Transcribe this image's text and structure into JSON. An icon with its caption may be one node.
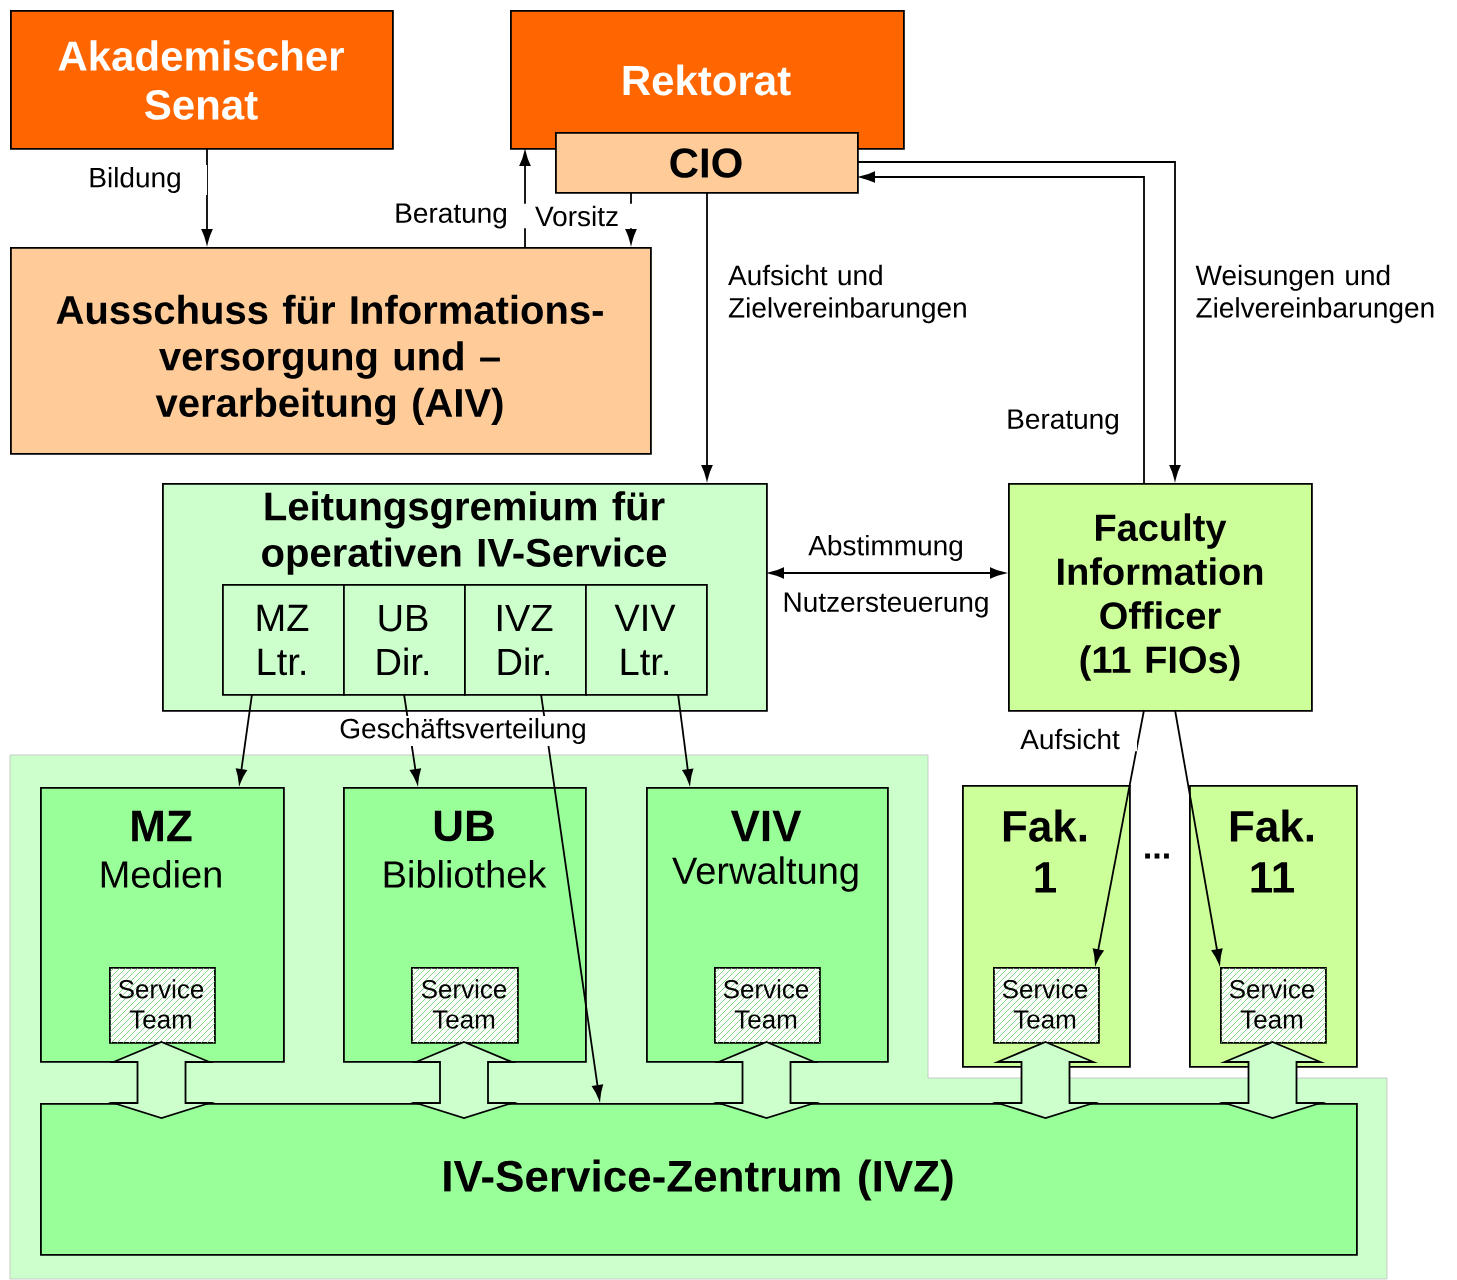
{
  "diagram": {
    "nodes": [
      {
        "text": [
          "Akademischer Senat"
        ]
      },
      {
        "text": [
          "Rektorat"
        ]
      },
      {
        "text": [
          "CIO"
        ]
      },
      {
        "text": [
          "Ausschuss für Informations- versorgung und –verarbeitung (AIV)"
        ]
      },
      {
        "text": [
          "Leitungsgremium für operativen IV-Service"
        ]
      },
      {
        "text": [
          "MZ Ltr."
        ],
        "in": 4
      },
      {
        "text": [
          "UB Dir."
        ],
        "in": 4
      },
      {
        "text": [
          "IVZ Dir."
        ],
        "in": 4
      },
      {
        "text": [
          "VIV Ltr."
        ],
        "in": 4
      },
      {
        "text": [
          "Faculty Information Officer (11 FIOs)"
        ]
      },
      {
        "text": [
          "MZ",
          "Medien"
        ]
      },
      {
        "text": [
          "Service Team"
        ],
        "in": 10
      },
      {
        "text": [
          "UB",
          "Bibliothek"
        ]
      },
      {
        "text": [
          "Service Team"
        ],
        "in": 12
      },
      {
        "text": [
          "VIV",
          "Verwaltung"
        ]
      },
      {
        "text": [
          "Service Team"
        ],
        "in": 14
      },
      {
        "text": [
          "Fak. 1"
        ]
      },
      {
        "text": [
          "Service Team"
        ],
        "in": 16
      },
      {
        "text": [
          "Fak. 11"
        ]
      },
      {
        "text": [
          "Service Team"
        ],
        "in": 18
      },
      {
        "text": [
          "IV-Service-Zentrum (IVZ)"
        ]
      }
    ],
    "edges": [
      {
        "from": 0,
        "to": 3,
        "arrow": "to",
        "label": "Bildung"
      },
      {
        "from": 3,
        "to": 1,
        "arrow": "to",
        "label": "Beratung"
      },
      {
        "from": 2,
        "to": 3,
        "arrow": "to",
        "label": "Vorsitz"
      },
      {
        "from": 2,
        "to": 4,
        "arrow": "to",
        "label": "Aufsicht und Zielvereinbarungen"
      },
      {
        "from": 9,
        "to": 2,
        "arrow": "to",
        "label": "Beratung"
      },
      {
        "from": 2,
        "to": 9,
        "arrow": "to",
        "label": "Weisungen und Zielvereinbarungen"
      },
      {
        "from": 4,
        "to": 9,
        "arrow": "both",
        "label": "Abstimmung"
      },
      {
        "from": 5,
        "to": 10,
        "arrow": "to"
      },
      {
        "from": 6,
        "to": 12,
        "arrow": "to"
      },
      {
        "from": 7,
        "to": 20,
        "arrow": "to"
      },
      {
        "from": 8,
        "to": 14,
        "arrow": "to"
      },
      {
        "from": 9,
        "to": 17,
        "arrow": "to",
        "label": "Aufsicht"
      },
      {
        "from": 9,
        "to": 19,
        "arrow": "to"
      },
      {
        "from": 11,
        "to": 20,
        "arrow": "both",
        "style": "thick"
      },
      {
        "from": 13,
        "to": 20,
        "arrow": "both",
        "style": "thick"
      },
      {
        "from": 15,
        "to": 20,
        "arrow": "both",
        "style": "thick"
      },
      {
        "from": 17,
        "to": 20,
        "arrow": "both",
        "style": "thick"
      },
      {
        "from": 19,
        "to": 20,
        "arrow": "both",
        "style": "thick"
      }
    ],
    "labels": [
      "Nutzersteuerung",
      "Geschäftsverteilung",
      "..."
    ]
  }
}
